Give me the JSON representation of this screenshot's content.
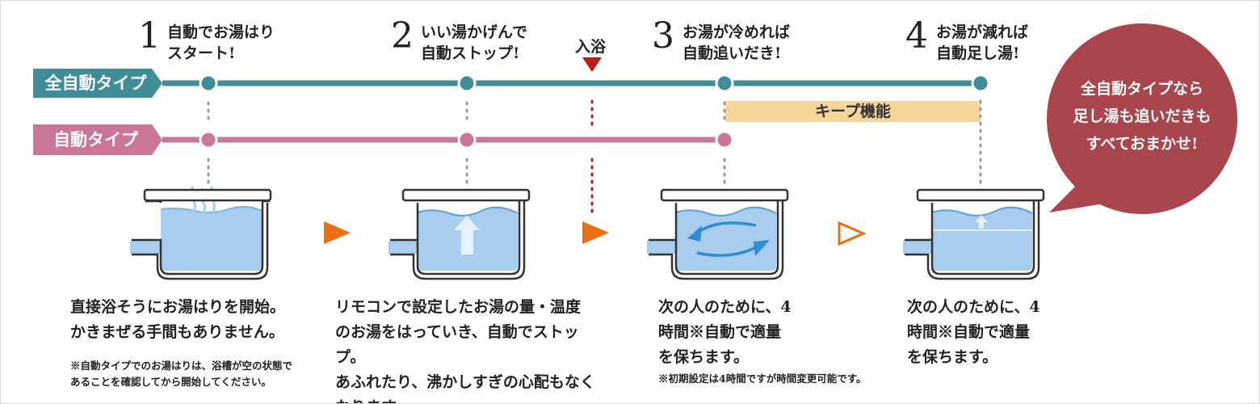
{
  "steps": [
    {
      "number": "1",
      "title_line1": "自動でお湯はり",
      "title_line2": "スタート!",
      "desc": [
        "直接浴そうにお湯はりを開始。",
        "かきまぜる手間もありません。"
      ],
      "note": [
        "※自動タイプでのお湯はりは、浴槽が空の状態で",
        "あることを確認してから開始してください。"
      ]
    },
    {
      "number": "2",
      "title_line1": "いい湯かげんで",
      "title_line2": "自動ストップ!",
      "desc": [
        "リモコンで設定したお湯の量・温度",
        "のお湯をはっていき、自動でストップ。",
        "あふれたり、沸かしすぎの心配もなく",
        "なります。"
      ]
    },
    {
      "number": "3",
      "title_line1": "お湯が冷めれば",
      "title_line2": "自動追いだき!",
      "desc": [
        "次の人のために、4",
        "時間※自動で適量",
        "を保ちます。"
      ],
      "note": "※初期設定は4時間ですが時間変更可能です。"
    },
    {
      "number": "4",
      "title_line1": "お湯が減れば",
      "title_line2": "自動足し湯!",
      "desc": [
        "次の人のために、4",
        "時間※自動で適量",
        "を保ちます。"
      ]
    }
  ],
  "bathing_label": "入浴",
  "lines": {
    "full_auto": "全自動タイプ",
    "auto": "自動タイプ"
  },
  "keep_function": "キープ機能",
  "bubble": {
    "line1": "全自動タイプなら",
    "line2": "足し湯も追いだきも",
    "line3": "すべておまかせ!"
  },
  "colors": {
    "full_auto_line": "#3f8e97",
    "auto_line": "#cb7598",
    "keep_bar": "#f6d59a",
    "bubble": "#a8454d",
    "flow_arrow": "#ec6d12",
    "water": "#a9cdee",
    "bathing_marker": "#b81c1c"
  }
}
